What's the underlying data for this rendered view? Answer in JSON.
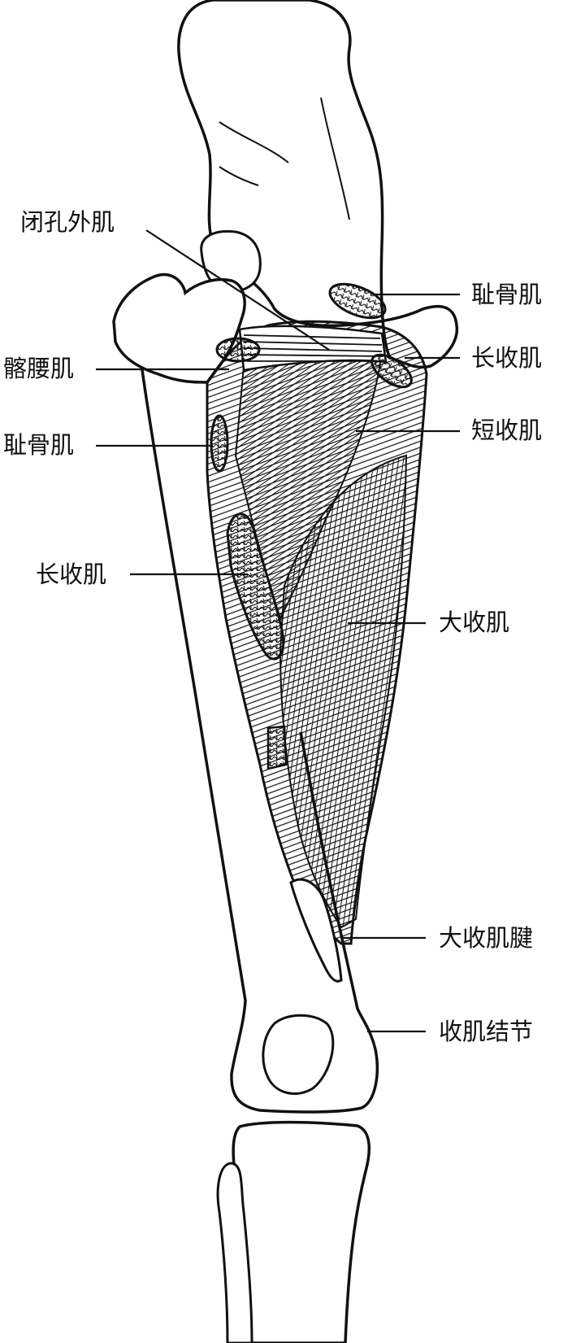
{
  "diagram": {
    "stroke_color": "#111111",
    "fill_color": "#ffffff",
    "labels": {
      "obturator_externus": "闭孔外肌",
      "pectineus_right": "耻骨肌",
      "adductor_longus_right": "长收肌",
      "iliopsoas": "髂腰肌",
      "adductor_brevis": "短收肌",
      "pectineus_left": "耻骨肌",
      "adductor_longus_left": "长收肌",
      "adductor_magnus": "大收肌",
      "adductor_magnus_tendon": "大收肌腱",
      "adductor_tubercle": "收肌结节"
    }
  }
}
